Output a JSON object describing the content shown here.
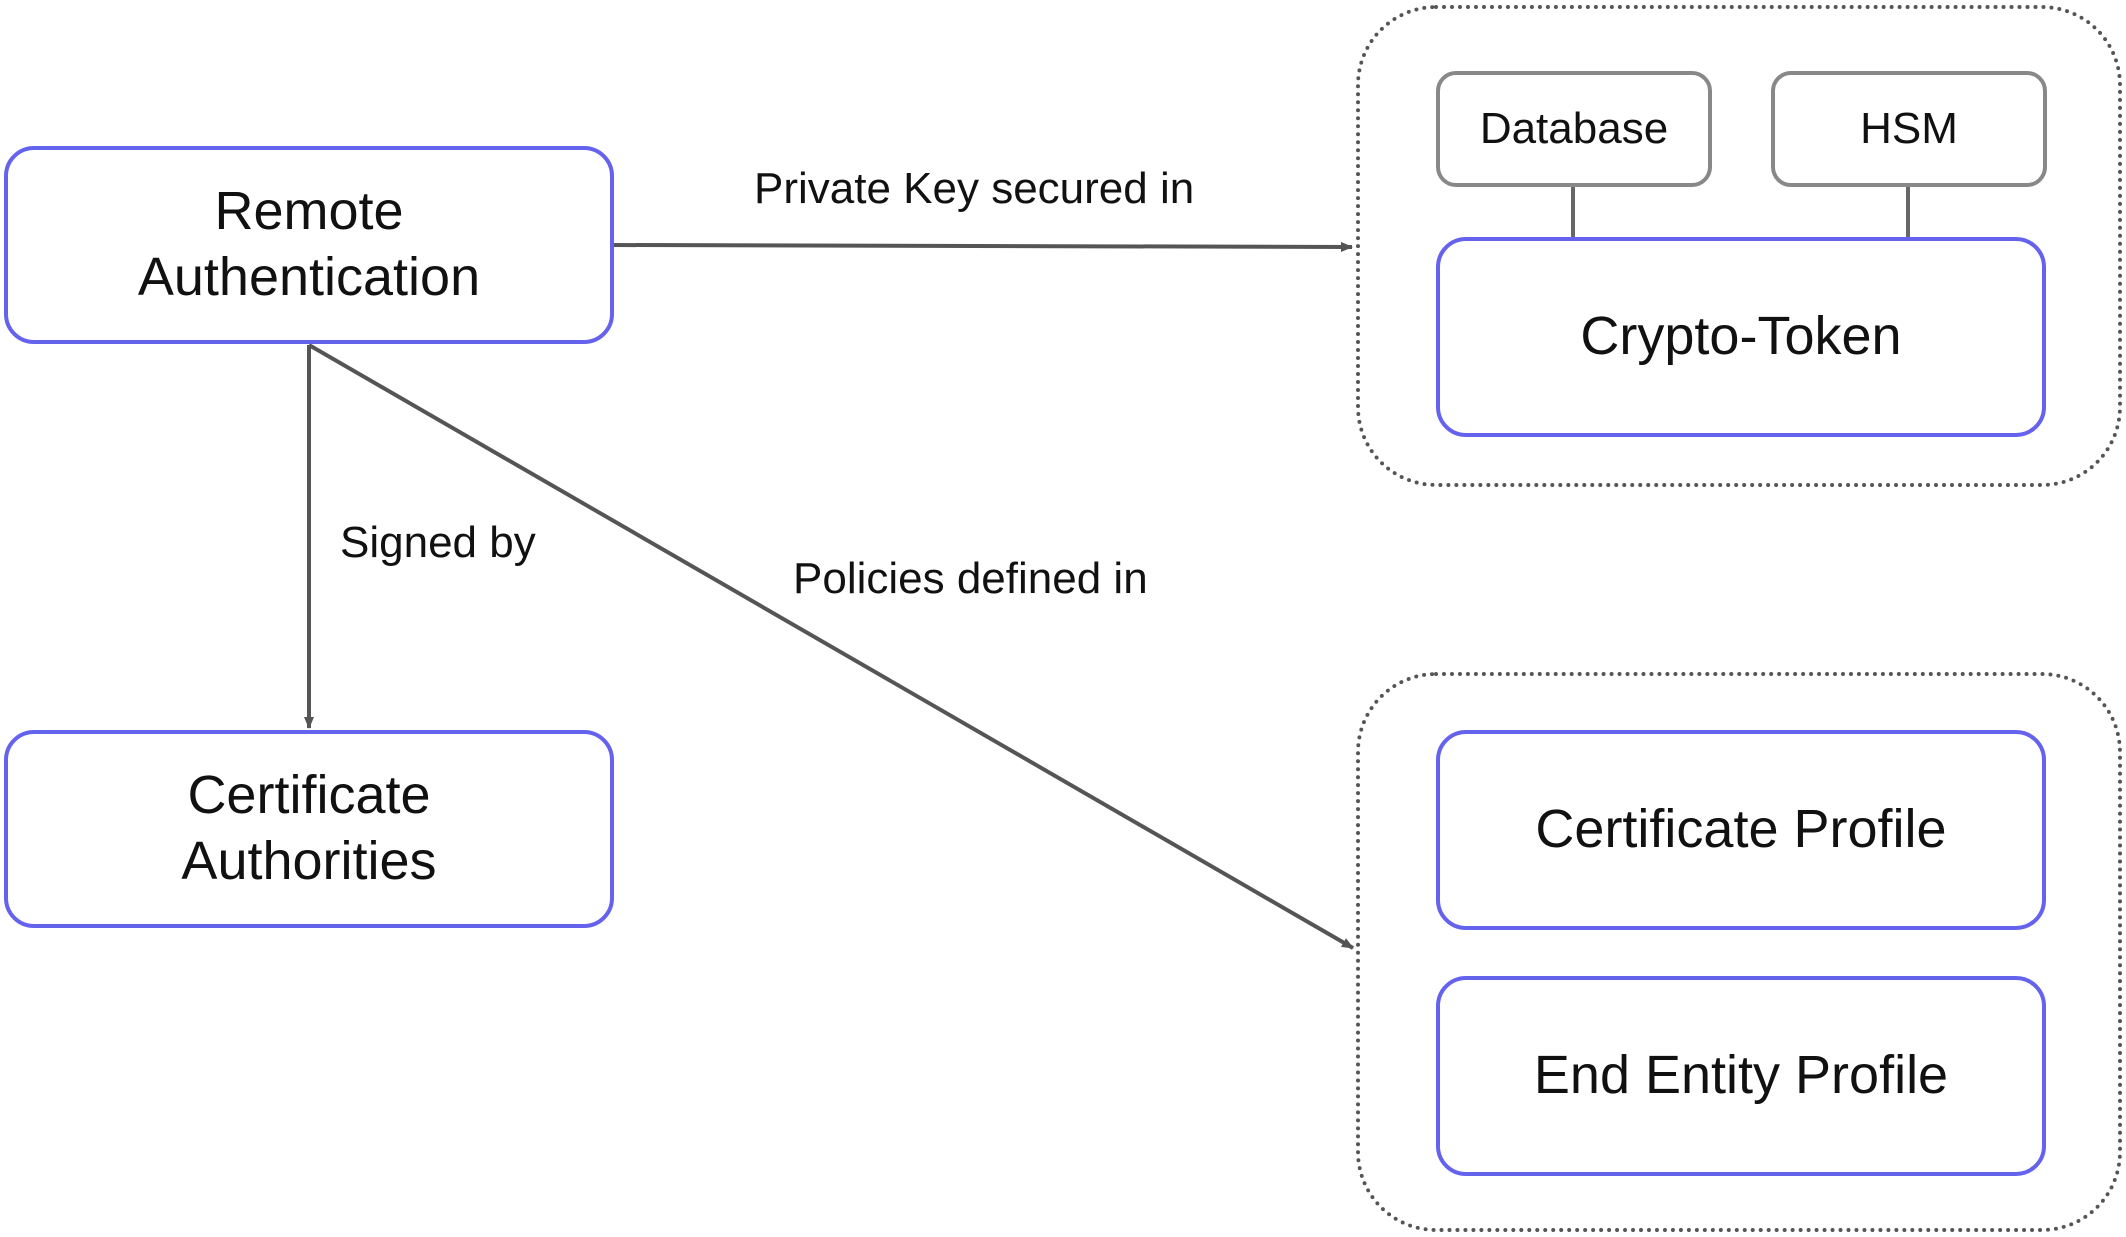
{
  "nodes": {
    "remote_auth": "Remote\nAuthentication",
    "cert_authorities": "Certificate\nAuthorities",
    "crypto_token": "Crypto-Token",
    "database": "Database",
    "hsm": "HSM",
    "certificate_profile": "Certificate Profile",
    "end_entity_profile": "End Entity Profile"
  },
  "edges": {
    "private_key": "Private Key secured in",
    "signed_by": "Signed by",
    "policies": "Policies defined in"
  },
  "colors": {
    "node_border": "#6562ee",
    "storage_border": "#888888",
    "edge": "#555555"
  }
}
